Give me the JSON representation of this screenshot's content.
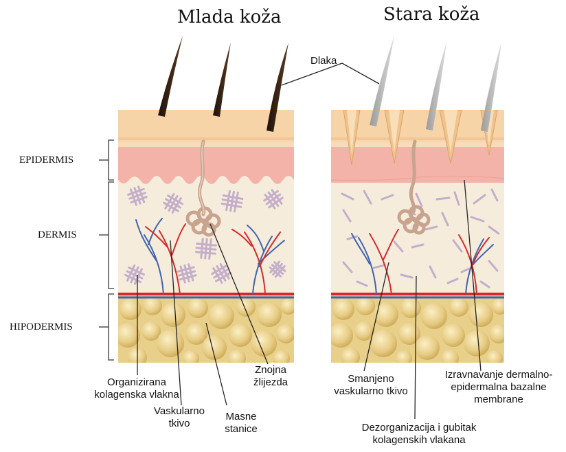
{
  "titles": {
    "young": "Mlada koža",
    "old": "Stara koža"
  },
  "layers": {
    "epidermis": "EPIDERMIS",
    "dermis": "DERMIS",
    "hypodermis": "HIPODERMIS"
  },
  "labels": {
    "hair": "Dlaka",
    "collagen_1": "Organizirana",
    "collagen_2": "kolagenska  vlakna",
    "vascular_1": "Vaskularno",
    "vascular_2": "tkivo",
    "fat_1": "Masne",
    "fat_2": "stanice",
    "sweat_1": "Znojna",
    "sweat_2": "žlijezda",
    "reduced_1": "Smanjeno",
    "reduced_2": "vaskularno tkivo",
    "disorg_1": "Dezorganizacija  i gubitak",
    "disorg_2": "kolagenskih  vlakana",
    "flatten_1": "Izravnavanje  dermalno-",
    "flatten_2": "epidermalna  bazalne",
    "flatten_3": "membrane"
  },
  "colors": {
    "skin_top": "#f7d3a8",
    "epidermis": "#f4b3a8",
    "dermis": "#f5ecdc",
    "fat": "#e8cf8a",
    "young_hair": "#3a2414",
    "old_hair": "#bdbdbd",
    "artery": "#d42a2a",
    "vein": "#3f63b0",
    "collagen": "#c4aec9"
  }
}
